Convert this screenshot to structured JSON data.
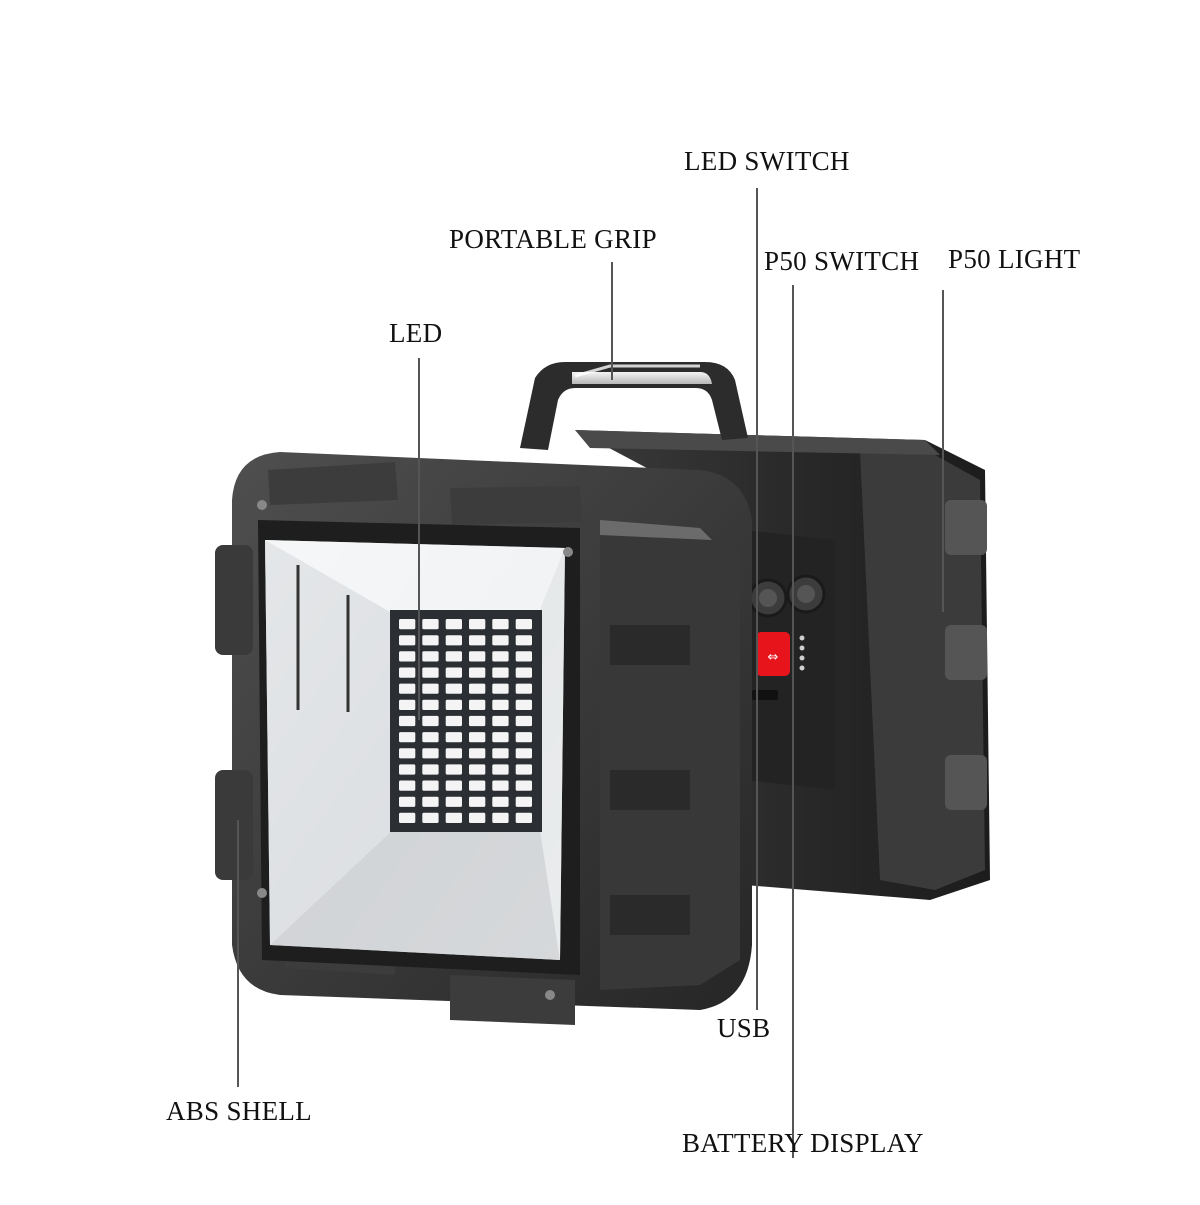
{
  "labels": {
    "led_switch": "LED SWITCH",
    "portable_grip": "PORTABLE GRIP",
    "p50_switch": "P50 SWITCH",
    "p50_light": "P50 LIGHT",
    "led": "LED",
    "usb": "USB",
    "abs_shell": "ABS SHELL",
    "battery_display": "BATTERY DISPLAY"
  },
  "colors": {
    "background": "#ffffff",
    "shell_dark": "#2a2a2a",
    "shell_mid": "#4a4a4a",
    "shell_light": "#6b6b6b",
    "lens": "#e6e8ea",
    "led_chip": "#f4f4f4",
    "battery_button": "#e8141c",
    "leader_line": "#555555"
  },
  "led_matrix": {
    "columns": 6,
    "rows": 13
  }
}
